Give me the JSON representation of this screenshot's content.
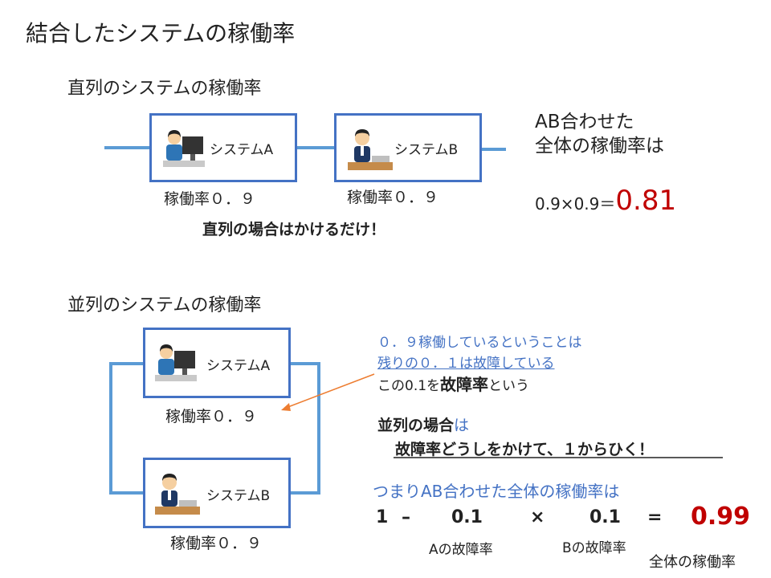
{
  "title": "結合したシステムの稼働率",
  "series": {
    "heading": "直列のシステムの稼働率",
    "system_a": "システムA",
    "system_b": "システムB",
    "rate_a": "稼働率０．９",
    "rate_b": "稼働率０．９",
    "note": "直列の場合はかけるだけ！",
    "result_label_1": "AB合わせた",
    "result_label_2": "全体の稼働率は",
    "formula": "0.9×0.9＝",
    "result": "0.81"
  },
  "parallel": {
    "heading": "並列のシステムの稼働率",
    "system_a": "システムA",
    "system_b": "システムB",
    "rate_a": "稼働率０．９",
    "rate_b": "稼働率０．９",
    "explain_1": "０．９稼働しているということは",
    "explain_2": "残りの０．１は故障している",
    "explain_3_pre": "この0.1を",
    "explain_3_bold": "故障率",
    "explain_3_post": "という",
    "rule_1_bold": "並列の場合",
    "rule_1_blue": "は",
    "rule_2": "故障率どうしをかけて、１からひく！",
    "summary": "つまりAB合わせた全体の稼働率は",
    "f_one": "1",
    "f_minus": "–",
    "f_a": "0.1",
    "f_times": "×",
    "f_b": "0.1",
    "f_eq": "=",
    "f_result": "0.99",
    "label_a": "Aの故障率",
    "label_b": "Bの故障率",
    "label_total": "全体の稼働率"
  },
  "colors": {
    "accent": "#4472c4",
    "result": "#c00000",
    "arrow": "#ed7d31"
  }
}
